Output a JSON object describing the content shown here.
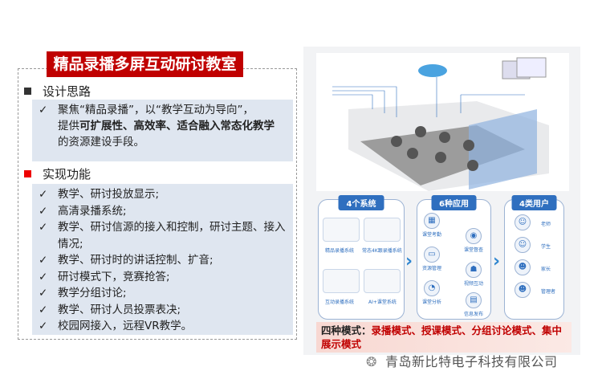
{
  "title": "精品录播多屏互动研讨教室",
  "design": {
    "heading": "设计思路",
    "line1": "聚焦“精品录播”，以“教学互动为导向”，",
    "line2_pre": "提供",
    "line2_bold": "可扩展性、高效率、适合融入常态化教学",
    "line3": "的资源建设手段。"
  },
  "features": {
    "heading": "实现功能",
    "items": [
      "教学、研讨投放显示;",
      "高清录播系统;",
      "教学、研讨信源的接入和控制，研讨主题、接入情况;",
      "教学、研讨时的讲话控制、扩音;",
      "研讨模式下，竞赛抢答;",
      "教学分组讨论;",
      "教学、研讨人员投票表决;",
      "校园网接入，远程VR教学。"
    ]
  },
  "check": "✓",
  "diagram": {
    "systems": {
      "title": "4个系统",
      "items": [
        "精品录播系统",
        "常态4K跟录播系统",
        "互动录播系统",
        "AI+课堂系统"
      ]
    },
    "apps": {
      "title": "6种应用",
      "items": [
        "课堂考勤",
        "资源管理",
        "课堂分析",
        "课堂督查",
        "视频互动",
        "信息发布"
      ]
    },
    "users": {
      "title": "4类用户",
      "items": [
        "老师",
        "学生",
        "家长",
        "管理者"
      ]
    }
  },
  "modes": {
    "label": "四种模式：",
    "text": "录播模式、授课模式、分组讨论模式、集中展示模式"
  },
  "watermark": "青岛新比特电子科技有限公司",
  "colors": {
    "accent": "#c00000",
    "blue": "#2f6fbf"
  }
}
